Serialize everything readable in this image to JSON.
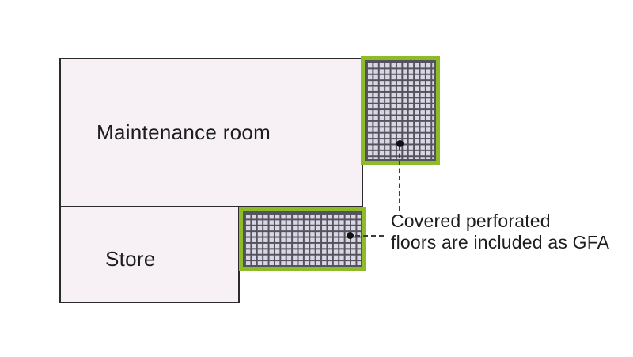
{
  "colors": {
    "green": "#8dbb2a",
    "grid-line": "#54535d",
    "grid-cell": "#d9d7e3",
    "room-fill": "#f7f1f5",
    "room-border": "#2b2b2b",
    "text": "#1d1d1d",
    "dash": "#3c3c3c",
    "canvas-bg": "#ffffff"
  },
  "rooms": [
    {
      "id": "maintenance-room",
      "label": "Maintenance room"
    },
    {
      "id": "store",
      "label": "Store"
    }
  ],
  "perforated_areas": [
    {
      "id": "perforated-floor-top",
      "description": "covered perforated floor grid"
    },
    {
      "id": "perforated-floor-bottom",
      "description": "covered perforated floor grid"
    }
  ],
  "annotation": {
    "line1": "Covered perforated",
    "line2": "floors are included as GFA"
  }
}
